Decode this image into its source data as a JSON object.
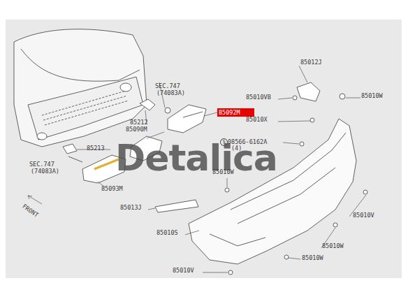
{
  "diagram": {
    "labels": [
      "85012J",
      "SEC.747",
      "(74083A)",
      "85010VB",
      "85010W",
      "85212",
      "85092M",
      "85010X",
      "85090M",
      "S",
      "08566-6162A",
      "(4)",
      "85213",
      "SEC.747",
      "(74083A)",
      "Detalica",
      "85010W",
      "85093M",
      "FRONT",
      "85013J",
      "85010V",
      "85010S",
      "85010W",
      "85010W",
      "85010V"
    ]
  }
}
